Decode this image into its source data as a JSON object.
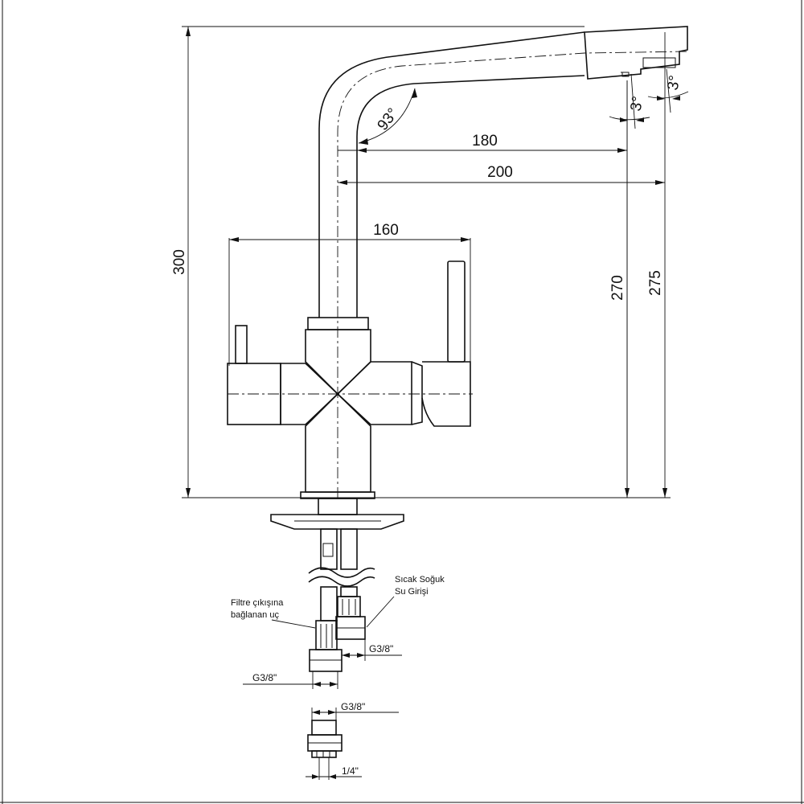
{
  "dimensions": {
    "overall_height": "300",
    "spout_reach_180": "180",
    "spout_reach_200": "200",
    "body_width": "160",
    "height_270": "270",
    "height_275": "275",
    "spout_angle": "93°",
    "tilt_angle_left": "3°",
    "tilt_angle_right": "3°"
  },
  "callouts": {
    "filter_outlet_line1": "Filtre çıkışına",
    "filter_outlet_line2": "bağlanan uç",
    "supply_line1": "Sıcak Soğuk",
    "supply_line2": "Su Girişi"
  },
  "threads": {
    "supply_thread": "G3/8\"",
    "filter_thread": "G3/8\"",
    "adapter_thread": "G3/8\"",
    "adapter_outlet": "1/4\""
  }
}
